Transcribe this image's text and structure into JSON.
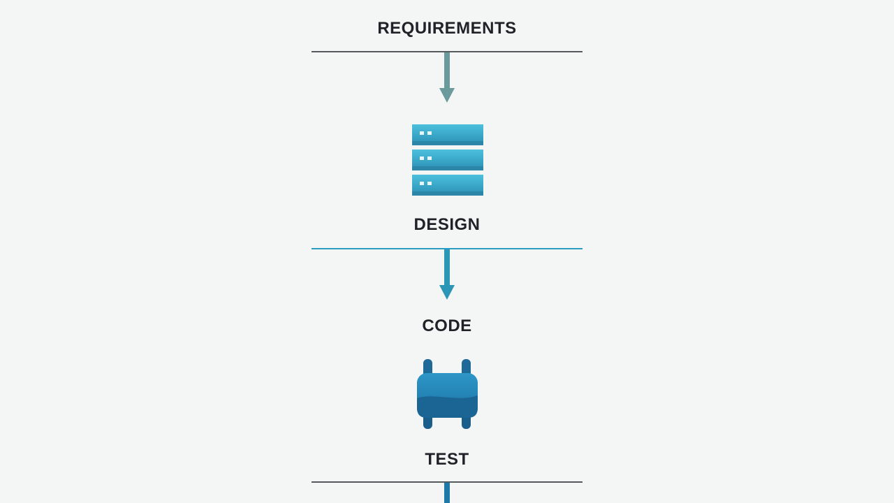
{
  "stages": {
    "requirements": "REQUIREMENTS",
    "design": "DESIGN",
    "code": "CODE",
    "test": "TEST"
  },
  "colors": {
    "background": "#f4f5f5",
    "text": "#1f2328",
    "rule_dark": "#55595c",
    "rule_accent": "#2b9cc0",
    "arrow_teal_gray": "#6b9a9c",
    "arrow_accent": "#2b96b6",
    "server_top": "#45b6d4",
    "server_bottom": "#2a8fb3",
    "test_icon_top": "#2a8fc1",
    "test_icon_bottom": "#1a5f8c"
  },
  "icons": {
    "design": "server-stack-icon",
    "test": "test-device-icon"
  }
}
